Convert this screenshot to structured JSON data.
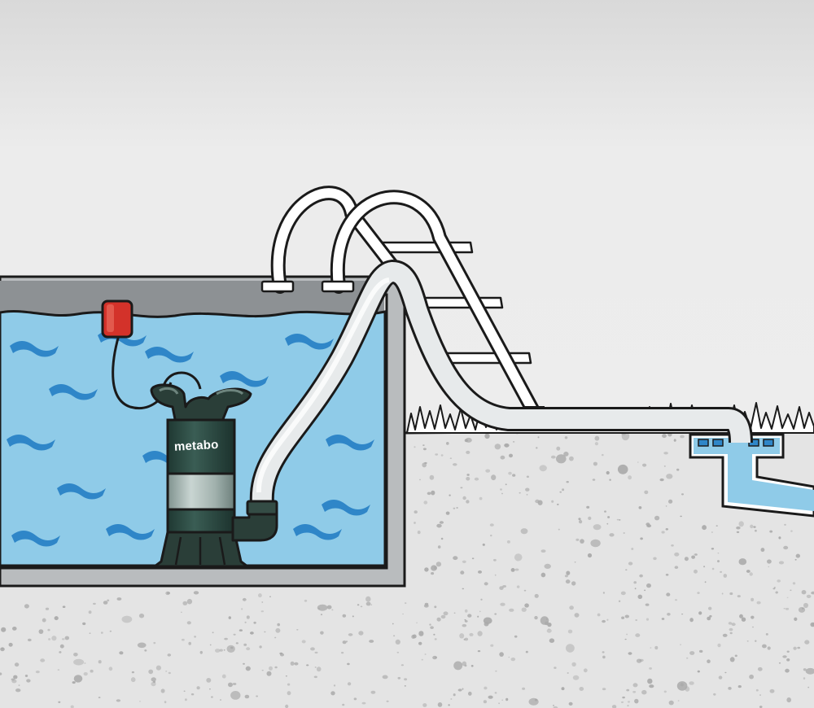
{
  "diagram": {
    "pump": {
      "brand": "metabo"
    },
    "parts": {
      "pool": "pool-basin",
      "water": "pool-water",
      "pump": "submersible-pump",
      "float_switch": "float-switch",
      "hose": "discharge-hose",
      "ladder": "pool-ladder",
      "drain": "ground-drain"
    },
    "colors": {
      "sky": "#ededed",
      "water": "#8fcbe8",
      "wave": "#2f86c8",
      "pool_wall": "#b9bcbe",
      "pump_body": "#2f4e46",
      "pump_band": "#9fb0ac",
      "float": "#d3322a",
      "hose": "#e7eaeb",
      "ground": "#e4e4e4",
      "speckle": "#a9a9a9"
    }
  }
}
